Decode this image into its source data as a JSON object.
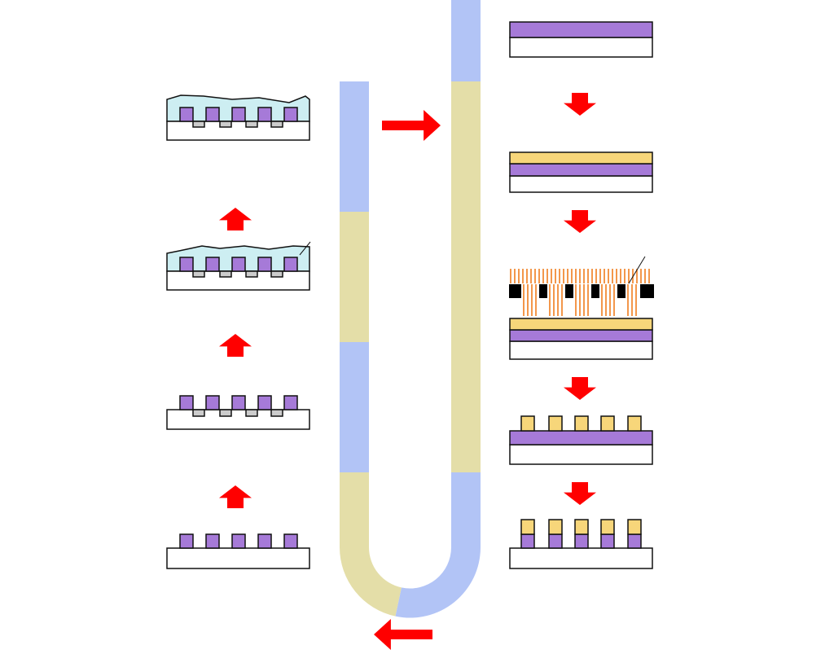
{
  "diagram": {
    "type": "process-flow",
    "labels": [],
    "colors": {
      "substrate": "#ffffff",
      "outline": "#111111",
      "layer_purple": "#a67ad8",
      "layer_yellow": "#f7d67a",
      "fill_gray": "#cccccc",
      "coating_cyan": "#cdeef2",
      "mask_black": "#000000",
      "light_orange": "#f07d1e",
      "arrow_red": "#ff0000",
      "track_blue": "#b2c4f6",
      "track_khaki": "#e4dea8"
    },
    "right_column_steps": [
      {
        "id": "r1",
        "layers": [
          "purple"
        ],
        "pattern": "none"
      },
      {
        "id": "r2",
        "layers": [
          "purple",
          "yellow"
        ],
        "pattern": "none"
      },
      {
        "id": "r3",
        "layers": [
          "purple",
          "yellow"
        ],
        "pattern": "exposure-mask"
      },
      {
        "id": "r4",
        "layers": [
          "purple"
        ],
        "pattern": "yellow-blocks"
      },
      {
        "id": "r5",
        "layers": [],
        "pattern": "purple-yellow-pillars"
      }
    ],
    "left_column_steps": [
      {
        "id": "l1",
        "pattern": "purple-pillars"
      },
      {
        "id": "l2",
        "pattern": "purple-pillars-gray-between"
      },
      {
        "id": "l3",
        "pattern": "coated-pillars"
      },
      {
        "id": "l4",
        "pattern": "coated-pillars"
      }
    ],
    "arrow_directions": [
      "right",
      "down",
      "down",
      "down",
      "down",
      "left",
      "up",
      "up",
      "up"
    ]
  }
}
